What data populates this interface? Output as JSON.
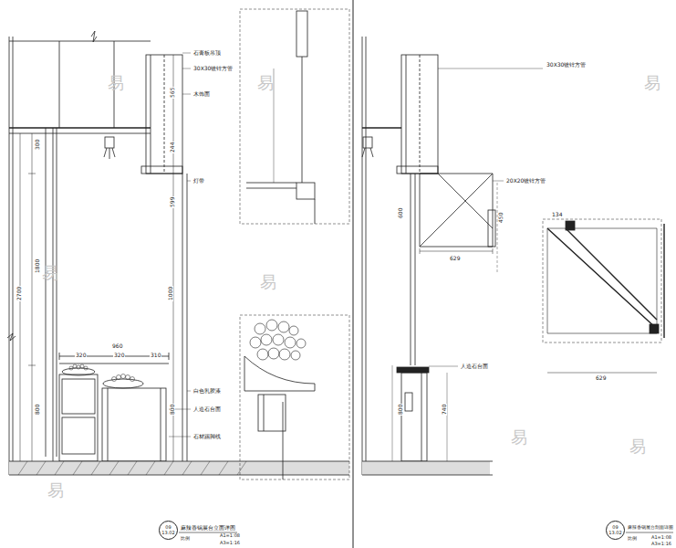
{
  "diagram": {
    "nodes": [
      {
        "text": [
          "09",
          "13.02"
        ]
      },
      {
        "text": [
          "09",
          "13.02"
        ]
      }
    ],
    "edges": [],
    "labels": [
      "300",
      "1800",
      "2700",
      "800",
      "960",
      "320",
      "320",
      "310",
      "565",
      "244",
      "599",
      "1000",
      "800",
      "石膏板吊顶",
      "30X30镀锌方管",
      "木饰面",
      "灯带",
      "白色乳胶漆",
      "人造石台面",
      "石材踢脚线",
      "麻辣香锅展台立面详图",
      "比例",
      "A1=1:08",
      "A3=1:16",
      "600",
      "450",
      "629",
      "134",
      "629",
      "20X20镀锌方管",
      "30X30镀锌方管",
      "800",
      "740",
      "人造石台面",
      "麻辣香锅展台剖面详图",
      "比例",
      "A1=1:08",
      "A3=1:16",
      "易",
      "易",
      "易",
      "易",
      "易",
      "易",
      "易",
      "易"
    ]
  }
}
